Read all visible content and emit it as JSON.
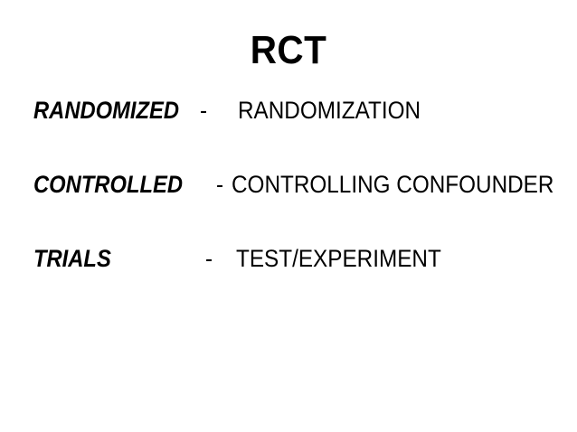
{
  "slide": {
    "background_color": "#FFFFFF",
    "text_color": "#000000",
    "title": "RCT",
    "definitions": [
      {
        "term": "RANDOMIZED",
        "separator": "-",
        "meaning": "RANDOMIZATION"
      },
      {
        "term": "CONTROLLED",
        "separator": "-",
        "meaning": "CONTROLLING CONFOUNDER"
      },
      {
        "term": "TRIALS",
        "separator": "-",
        "meaning": "TEST/EXPERIMENT"
      }
    ]
  }
}
